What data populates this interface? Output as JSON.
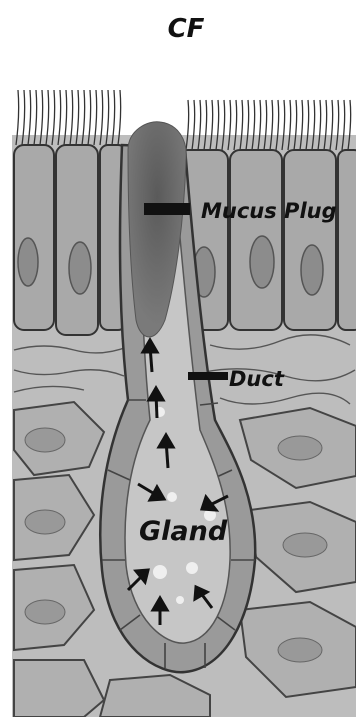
{
  "title": "CF",
  "labels": {
    "mucus_plug": "Mucus Plug",
    "duct": "Duct",
    "gland": "Gland"
  },
  "colors": {
    "background": "#ffffff",
    "tissue": "#b8b8b8",
    "cell_fill": "#a6a6a6",
    "nucleus": "#8a8a8a",
    "mucus": "#6e6e6e",
    "lumen": "#c4c4c4",
    "line": "#222222"
  }
}
